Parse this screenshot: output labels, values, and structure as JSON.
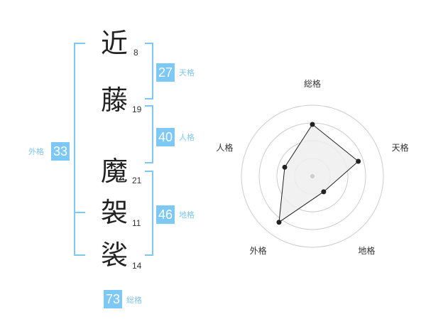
{
  "characters": [
    {
      "char": "近",
      "strokes": "8"
    },
    {
      "char": "藤",
      "strokes": "19"
    },
    {
      "char": "魔",
      "strokes": "21"
    },
    {
      "char": "袈",
      "strokes": "11"
    },
    {
      "char": "裟",
      "strokes": "14"
    }
  ],
  "scores": {
    "tenkaku": {
      "value": "27",
      "label": "天格"
    },
    "jinkaku": {
      "value": "40",
      "label": "人格"
    },
    "chikaku": {
      "value": "46",
      "label": "地格"
    },
    "gaikaku": {
      "value": "33",
      "label": "外格"
    },
    "soukaku": {
      "value": "73",
      "label": "総格"
    }
  },
  "colors": {
    "accent": "#7ec8f5",
    "text": "#222222",
    "grid": "#cccccc"
  },
  "chart_data": {
    "type": "radar",
    "axes": [
      "総格",
      "天格",
      "地格",
      "外格",
      "人格"
    ],
    "values": [
      0.73,
      0.68,
      0.27,
      0.8,
      0.41
    ],
    "range": [
      0,
      1
    ],
    "rings": 4
  }
}
